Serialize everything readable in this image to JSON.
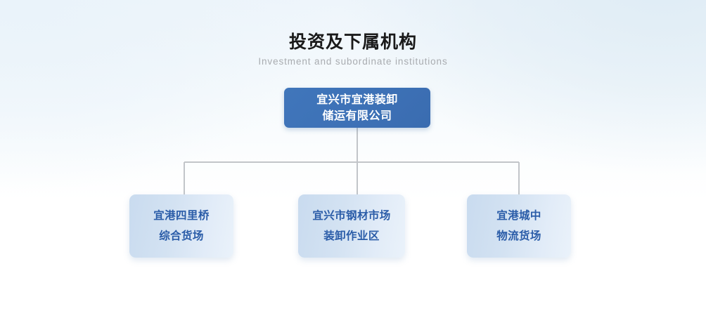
{
  "heading": {
    "title": "投资及下属机构",
    "subtitle": "Investment and subordinate institutions"
  },
  "colors": {
    "root_node_bg": "#3d71b6",
    "root_node_text": "#ffffff",
    "child_node_bg": "#d3e2f2",
    "child_node_text": "#2a5ca8",
    "connector_line": "#c2c5c9",
    "title_text": "#1a1a1a",
    "subtitle_text": "#a9acb0",
    "page_background": "#ffffff"
  },
  "org_chart": {
    "root": {
      "line1": "宜兴市宜港装卸",
      "line2": "储运有限公司"
    },
    "children": [
      {
        "line1": "宜港四里桥",
        "line2": "综合货场"
      },
      {
        "line1": "宜兴市钢材市场",
        "line2": "装卸作业区"
      },
      {
        "line1": "宜港城中",
        "line2": "物流货场"
      }
    ]
  }
}
